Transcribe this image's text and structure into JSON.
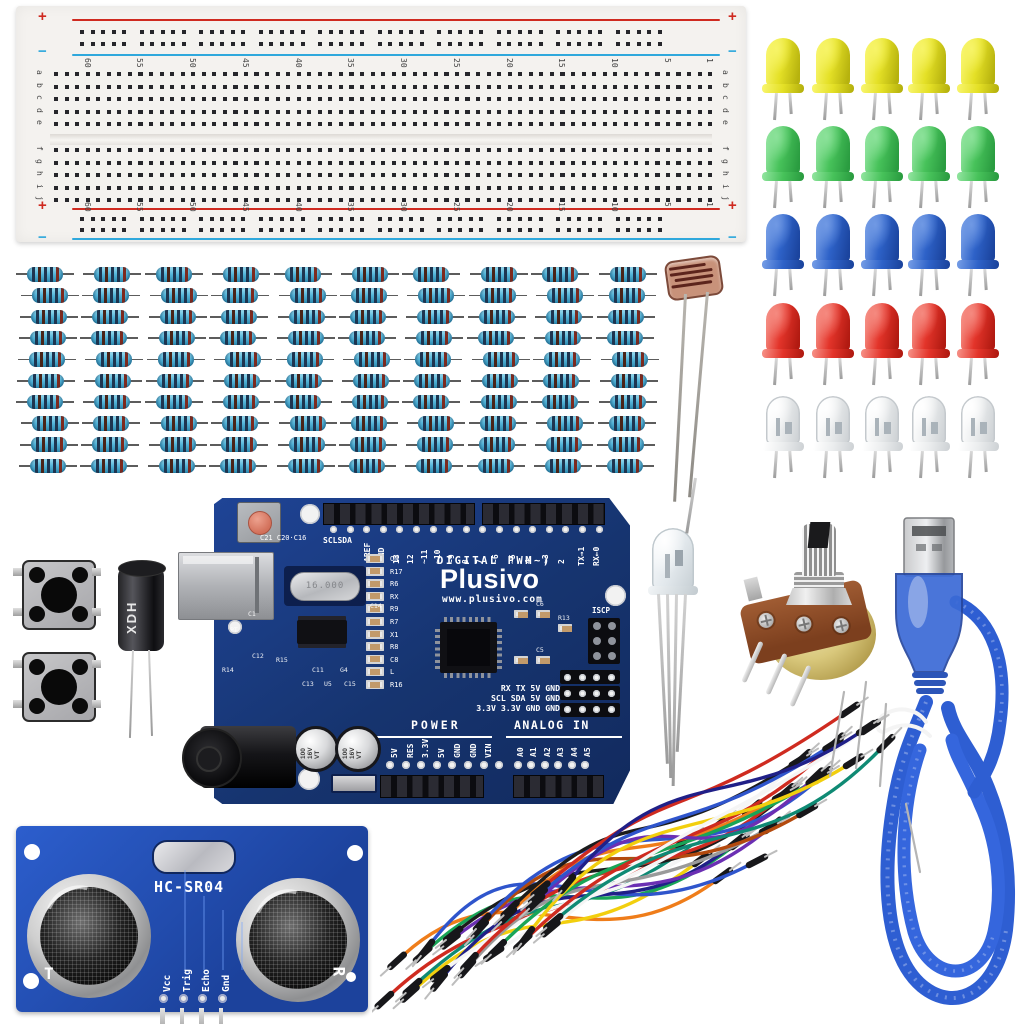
{
  "photo": {
    "subject": "Electronics starter kit components on white background"
  },
  "breadboard": {
    "plus": "+",
    "minus": "−",
    "column_numbers": [
      "60",
      "55",
      "50",
      "45",
      "40",
      "35",
      "30",
      "25",
      "20",
      "15",
      "10",
      "5",
      "1"
    ],
    "letters_top": [
      "a",
      "b",
      "c",
      "d",
      "e"
    ],
    "letters_bottom": [
      "f",
      "g",
      "h",
      "i",
      "j"
    ],
    "rail_red": "#cf2a20",
    "rail_blue": "#2fa8dc",
    "main_columns": 63,
    "rail_groups": 10,
    "holes_per_group": 5
  },
  "leds": {
    "per_row": 5,
    "rows": [
      {
        "name": "yellow",
        "light": "#f7f468",
        "base": "#e4e026",
        "dark": "#b6b20e"
      },
      {
        "name": "green",
        "light": "#8ce29a",
        "base": "#47c25a",
        "dark": "#2a9c40"
      },
      {
        "name": "blue",
        "light": "#7099e4",
        "base": "#2e62c8",
        "dark": "#1b449e"
      },
      {
        "name": "red",
        "light": "#f58a80",
        "base": "#e3342a",
        "dark": "#b11a11"
      },
      {
        "name": "white",
        "light": "#ffffff",
        "base": "#ebedee",
        "dark": "#cfd3d6"
      }
    ]
  },
  "resistors": {
    "rows": 10,
    "cols": 10,
    "body_color": "#55b6da"
  },
  "photoresistor": {
    "name": "LDR photoresistor"
  },
  "arduino": {
    "brand": "Plusivo",
    "url": "www.plusivo.com",
    "silk_top": "DIGITAL PWM~)",
    "power": "POWER",
    "analog": "ANALOG IN",
    "icsp": "ISCP",
    "scl_sda": "SCLSDA",
    "aref": "AREF",
    "gnd_top": "GND",
    "digital_pins_a": [
      "13",
      "12",
      "~11",
      "~10",
      "~9",
      "8"
    ],
    "digital_pins_b": [
      "7",
      "~6",
      "~5",
      "4",
      "~3",
      "2"
    ],
    "tx": "TX→1",
    "rx": "RX←0",
    "left_refs": [
      "ON",
      "R17",
      "R6",
      "RX",
      "R9",
      "R7",
      "X1",
      "R8",
      "C8",
      "L",
      "R16"
    ],
    "cap_row_label": "C21 C20·C16",
    "misc_refs": [
      "C14",
      "C1",
      "PT",
      "C12",
      "R15",
      "R14",
      "C11",
      "G4",
      "C13",
      "U5",
      "C15",
      "C6",
      "R13",
      "C5"
    ],
    "net_rows": [
      "RX  TX  5V  GND",
      "SCL SDA 5V  GND",
      "3.3V 3.3V GND GND"
    ],
    "power_pins": [
      "5V",
      "RES",
      "3.3V",
      "5V",
      "GND",
      "GND",
      "VIN"
    ],
    "analog_pins": [
      "A0",
      "A1",
      "A2",
      "A3",
      "A4",
      "A5"
    ],
    "crystal": "16.000",
    "cap_text": "100 16V VT",
    "pcb_color": "#16346f"
  },
  "buttons": {
    "count": 2
  },
  "capacitor": {
    "label": "XDH"
  },
  "rgb_led": {
    "legs": 4
  },
  "potentiometer": {
    "legs": 3
  },
  "usb_cable": {
    "color": "#2e5ed2"
  },
  "jumper_wires": {
    "colors": [
      "#cf2b20",
      "#ef7d1a",
      "#f2cf0e",
      "#19a557",
      "#0f8a74",
      "#2f55cc",
      "#202088",
      "#6b2fb3",
      "#f5f5f5",
      "#1c1c1c",
      "#9a9a9a",
      "#b34a0e",
      "#cf2b20",
      "#2f55cc",
      "#f5f5f5",
      "#ef7d1a",
      "#19a557",
      "#1c1c1c",
      "#cf2b20",
      "#6b2fb3",
      "#f2cf0e",
      "#2f55cc",
      "#f5f5f5",
      "#cf2b20",
      "#0f8a74",
      "#202088"
    ]
  },
  "ultrasonic": {
    "title": "HC-SR04",
    "pins": [
      "Vcc",
      "Trig",
      "Echo",
      "Gnd"
    ],
    "t": "T",
    "r": "R"
  }
}
